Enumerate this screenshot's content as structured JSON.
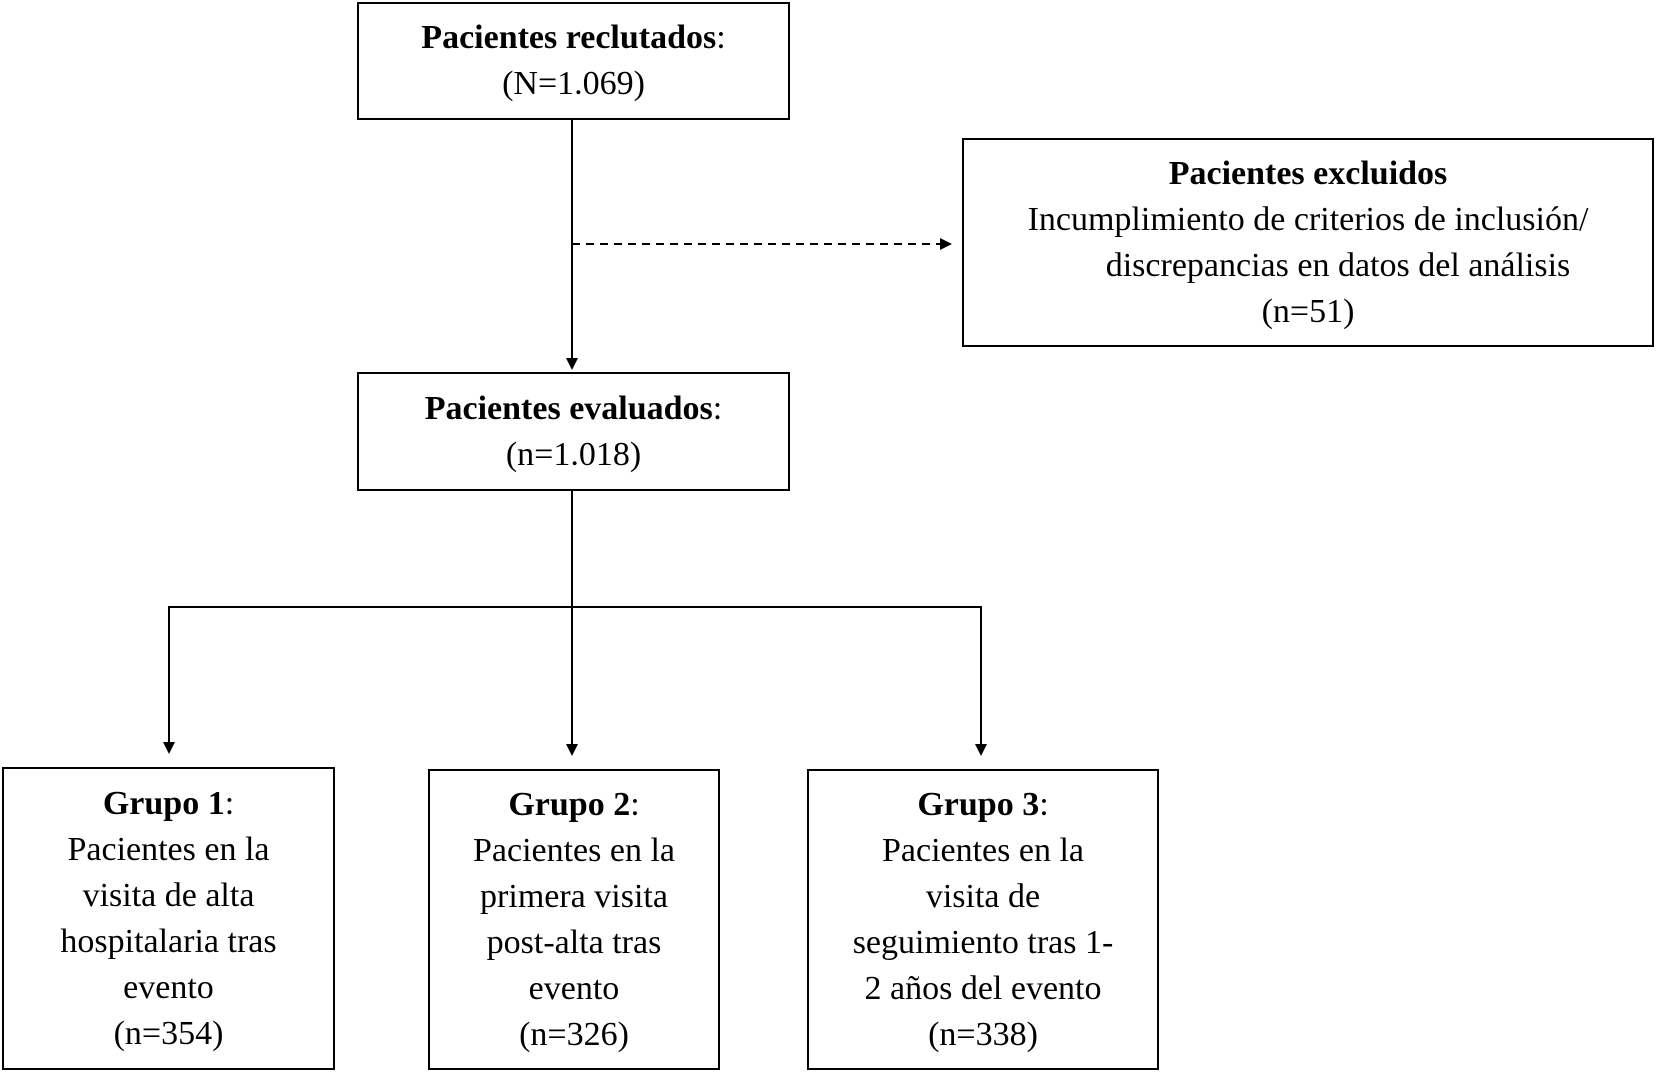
{
  "boxes": {
    "recruited": {
      "title": "Pacientes reclutados",
      "suffix": ":",
      "count": "(N=1.069)"
    },
    "excluded": {
      "title": "Pacientes excluidos",
      "lines": [
        "Incumplimiento de criterios de inclusión/",
        "discrepancias en datos del análisis"
      ],
      "count": "(n=51)"
    },
    "evaluated": {
      "title": "Pacientes evaluados",
      "suffix": ":",
      "count": "(n=1.018)"
    },
    "group1": {
      "title": "Grupo 1",
      "suffix": ":",
      "lines": [
        "Pacientes en la",
        "visita de alta",
        "hospitalaria tras",
        "evento"
      ],
      "count": "(n=354)"
    },
    "group2": {
      "title": "Grupo 2",
      "suffix": ":",
      "lines": [
        "Pacientes en la",
        "primera visita",
        "post-alta tras",
        "evento"
      ],
      "count": "(n=326)"
    },
    "group3": {
      "title": "Grupo 3",
      "suffix": ":",
      "lines": [
        "Pacientes en la",
        "visita de",
        "seguimiento tras 1-",
        "2 años del evento"
      ],
      "count": "(n=338)"
    }
  }
}
